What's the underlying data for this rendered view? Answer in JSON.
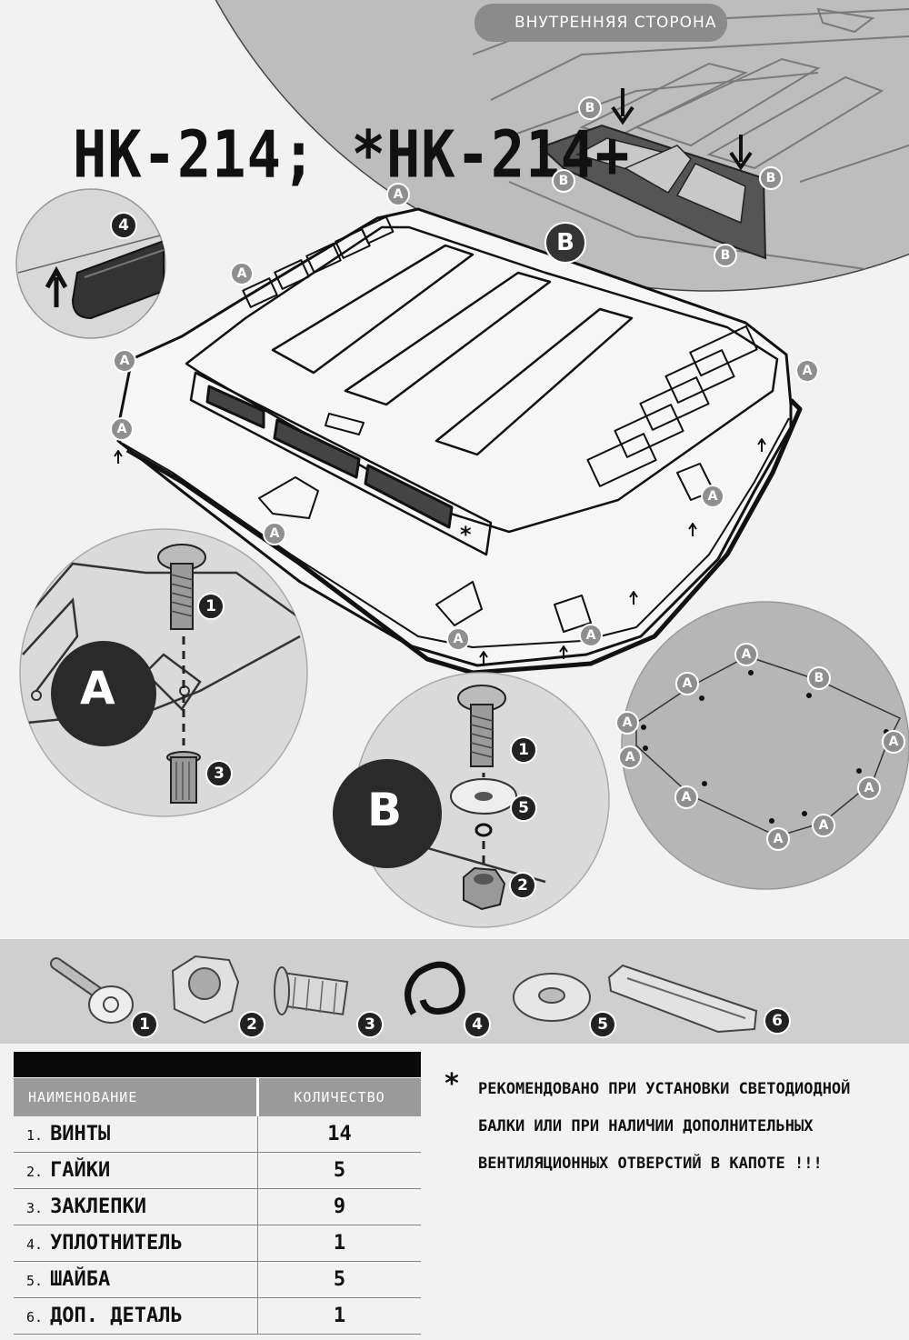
{
  "header": {
    "title": "НК-214; *НК-214+",
    "inner_side_label": "ВНУТРЕННЯЯ СТОРОНА"
  },
  "markers": {
    "a": "A",
    "b": "B",
    "star": "*"
  },
  "detail_labels": {
    "a": "A",
    "b": "B"
  },
  "callout_numbers": {
    "screw": "1",
    "rivet": "3",
    "washer": "5",
    "nut": "2",
    "seal": "4"
  },
  "parts": [
    {
      "number": "1",
      "icon": "screw-icon"
    },
    {
      "number": "2",
      "icon": "nut-icon"
    },
    {
      "number": "3",
      "icon": "rivet-icon"
    },
    {
      "number": "4",
      "icon": "seal-icon"
    },
    {
      "number": "5",
      "icon": "washer-icon"
    },
    {
      "number": "6",
      "icon": "bracket-icon"
    }
  ],
  "table": {
    "headers": {
      "name": "НАИМЕНОВАНИЕ",
      "qty": "КОЛИЧЕСТВО"
    },
    "rows": [
      {
        "n": "1.",
        "name": "ВИНТЫ",
        "qty": "14"
      },
      {
        "n": "2.",
        "name": "ГАЙКИ",
        "qty": "5"
      },
      {
        "n": "3.",
        "name": "ЗАКЛЕПКИ",
        "qty": "9"
      },
      {
        "n": "4.",
        "name": "УПЛОТНИТЕЛЬ",
        "qty": "1"
      },
      {
        "n": "5.",
        "name": "ШАЙБА",
        "qty": "5"
      },
      {
        "n": "6.",
        "name": "ДОП. ДЕТАЛЬ",
        "qty": "1"
      }
    ]
  },
  "note": {
    "star": "*",
    "text": "РЕКОМЕНДОВАНО ПРИ УСТАНОВКИ СВЕТОДИОДНОЙ БАЛКИ ИЛИ ПРИ НАЛИЧИИ ДОПОЛНИТЕЛЬНЫХ ВЕНТИЛЯЦИОННЫХ ОТВЕРСТИЙ В КАПОТЕ !!!"
  },
  "colors": {
    "background": "#f2f2f2",
    "dark": "#111111",
    "marker_fill": "#8f8f8f",
    "strip": "#cfcfcf",
    "circle_fill": "#dcdcdc",
    "inner_view": "#b9b9b9",
    "header_cell": "#9a9a9a"
  }
}
